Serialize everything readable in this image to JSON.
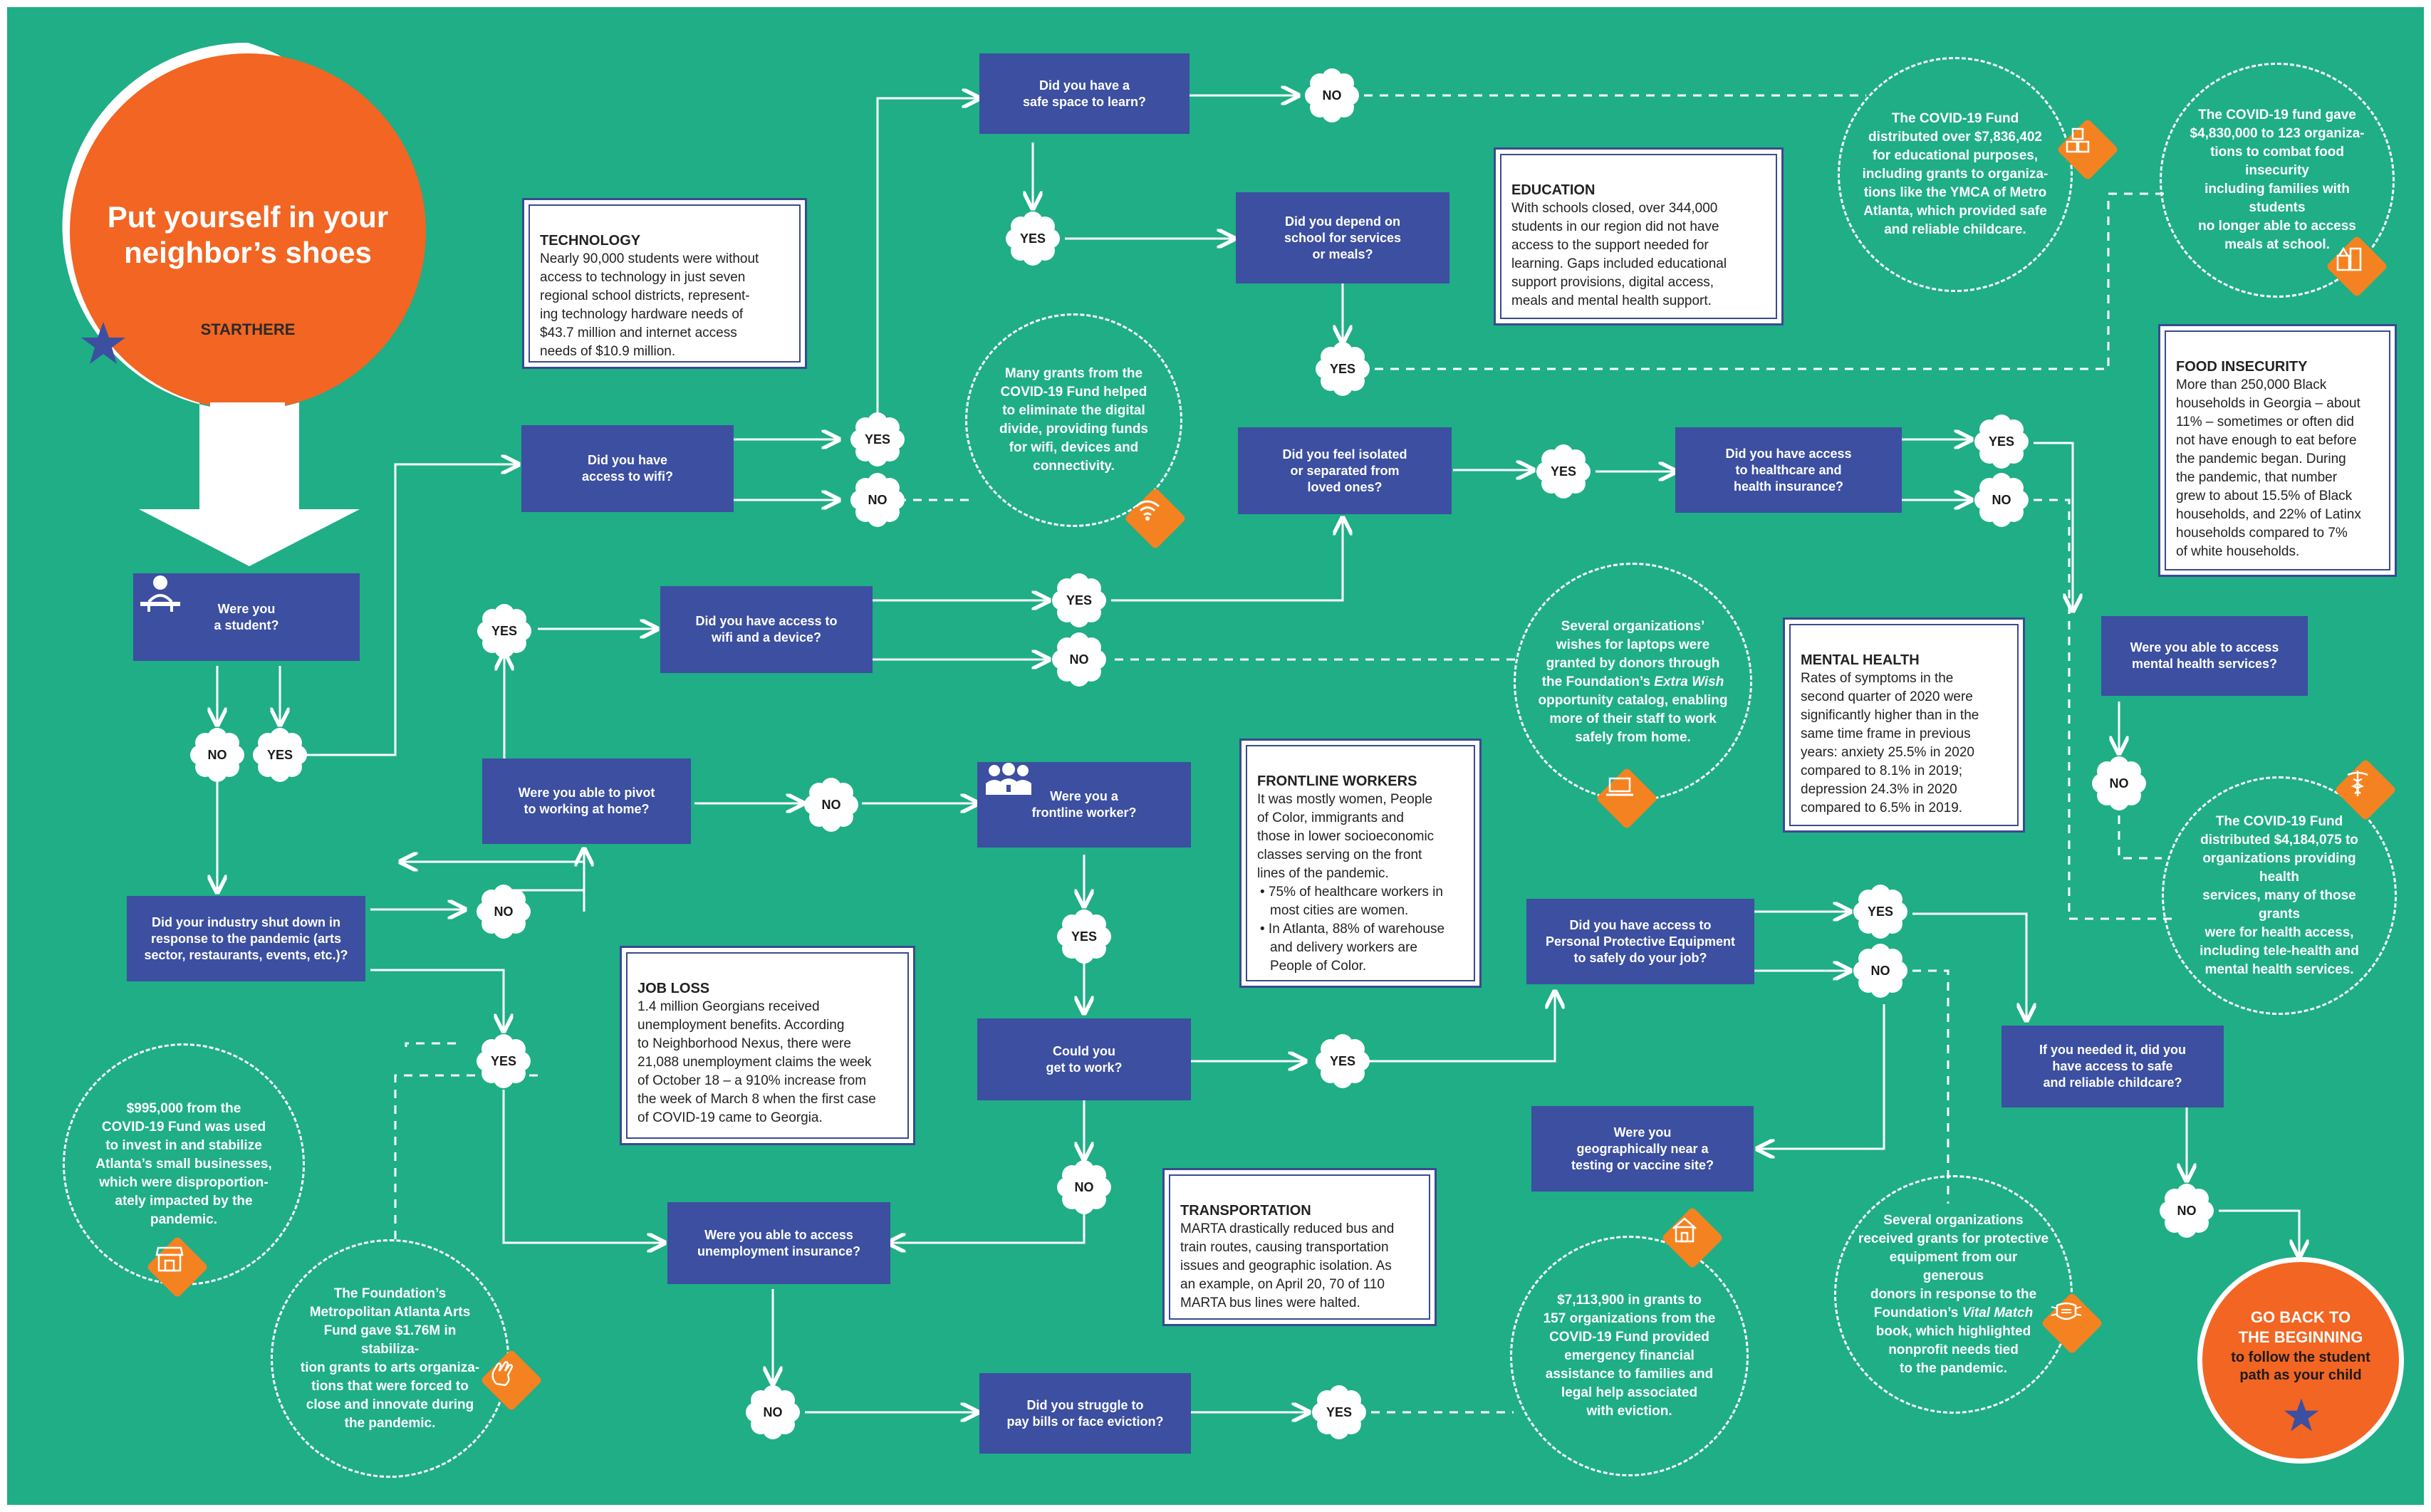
{
  "colors": {
    "background": "#1fae86",
    "question_box": "#3c4fa0",
    "accent_orange": "#f26522",
    "diamond_orange": "#f58220",
    "card_border": "#3a4a92",
    "star": "#3c4fa0"
  },
  "start": {
    "title": "Put yourself in your\nneighbor’s shoes",
    "start_word": "START",
    "here_word": "HERE"
  },
  "questions": {
    "student": "Were you\na student?",
    "wifi_access": "Did you have\naccess to wifi?",
    "safe_space": "Did you have a\nsafe space to learn?",
    "depend_school": "Did you depend on\nschool for services\nor meals?",
    "isolated": "Did you feel isolated\nor separated from\nloved ones?",
    "healthcare": "Did you have access\nto healthcare and\nhealth insurance?",
    "mental_health": "Were you able to access\nmental health services?",
    "wifi_device": "Did you have access to\nwifi and a device?",
    "pivot_home": "Were you able to pivot\nto working at home?",
    "frontline": "Were you a\nfrontline worker?",
    "ppe": "Did you have access to\nPersonal Protective Equipment\nto safely do your job?",
    "industry_shutdown": "Did your industry shut down in\nresponse to the pandemic (arts\nsector, restaurants, events, etc.)?",
    "get_to_work": "Could you\nget to work?",
    "testing_site": "Were you\ngeographically near a\ntesting or vaccine site?",
    "childcare": "If you needed it, did you\nhave access to safe\nand reliable childcare?",
    "unemployment": "Were you able to access\nunemployment insurance?",
    "pay_bills": "Did you struggle to\npay bills or face eviction?"
  },
  "answers": {
    "yes": "YES",
    "no": "NO"
  },
  "info_cards": {
    "technology": {
      "title": "TECHNOLOGY",
      "body": "Nearly 90,000 students were without\naccess to technology in just seven\nregional school districts, represent-\ning technology hardware needs of\n$43.7 million and internet access\nneeds of $10.9 million."
    },
    "education": {
      "title": "EDUCATION",
      "body": "With schools closed, over 344,000\nstudents in our region did not have\naccess to the support needed for\nlearning. Gaps included educational\nsupport provisions, digital access,\nmeals and mental health support."
    },
    "food_insecurity": {
      "title": "FOOD INSECURITY",
      "body": "More than 250,000 Black\nhouseholds in Georgia – about\n11% – sometimes or often did\nnot have enough to eat before\nthe pandemic began. During\nthe pandemic, that number\ngrew to about 15.5% of Black\nhouseholds, and 22% of Latinx\nhouseholds compared to 7%\nof white households."
    },
    "mental_health": {
      "title": "MENTAL HEALTH",
      "body": "Rates of symptoms in the\nsecond quarter of 2020 were\nsignificantly higher than in the\nsame time frame in previous\nyears: anxiety 25.5% in 2020\ncompared to 8.1% in 2019;\ndepression 24.3% in 2020\ncompared to 6.5% in 2019."
    },
    "frontline": {
      "title": "FRONTLINE WORKERS",
      "lead": "It was mostly women, People\nof Color, immigrants and\nthose in lower socioeconomic\nclasses serving on the front\nlines of the pandemic.",
      "bullets": [
        "• 75% of healthcare workers in\nmost cities are women.",
        "• In Atlanta, 88% of warehouse\nand delivery workers are\nPeople of Color."
      ]
    },
    "job_loss": {
      "title": "JOB LOSS",
      "body": "1.4 million Georgians received\nunemployment benefits. According\nto Neighborhood Nexus, there were\n21,088 unemployment claims the week\nof October 18 – a 910% increase from\nthe week of March 8 when the first case\nof COVID-19 came to Georgia."
    },
    "transportation": {
      "title": "TRANSPORTATION",
      "body": "MARTA drastically reduced bus and\ntrain routes, causing transportation\nissues and geographic isolation. As\nan example, on April 20, 70 of 110\nMARTA bus lines were halted."
    }
  },
  "bubbles": {
    "digital_divide": "Many grants from the\nCOVID-19 Fund helped\nto eliminate the digital\ndivide, providing funds\nfor wifi, devices and\nconnectivity.",
    "education_fund": "The COVID-19 Fund\ndistributed over $7,836,402\nfor educational purposes,\nincluding grants to organiza-\ntions like the YMCA of Metro\nAtlanta, which provided safe\nand reliable childcare.",
    "food_fund": "The COVID-19 fund gave\n$4,830,000 to 123 organiza-\ntions to combat food insecurity\nincluding families with students\nno longer able to access\nmeals at school.",
    "laptops": {
      "before": "Several organizations’\nwishes for laptops were\ngranted by donors through\nthe Foundation’s ",
      "italic": "Extra Wish",
      "after": "\nopportunity catalog, enabling\nmore of their staff to work\nsafely from home."
    },
    "health_fund": "The COVID-19 Fund\ndistributed $4,184,075 to\norganizations providing health\nservices, many of those grants\nwere for health access,\nincluding tele-health and\nmental health services.",
    "small_business": "$995,000 from the\nCOVID-19 Fund was used\nto invest in and stabilize\nAtlanta’s small businesses,\nwhich were disproportion-\nately impacted by the\npandemic.",
    "arts_fund": "The Foundation’s\nMetropolitan Atlanta Arts\nFund gave $1.76M in stabiliza-\ntion grants to arts organiza-\ntions that were forced to\nclose and innovate during\nthe pandemic.",
    "eviction": "$7,113,900 in grants to\n157 organizations from the\nCOVID-19 Fund provided\nemergency financial\nassistance to families and\nlegal help associated\nwith eviction.",
    "ppe": {
      "before": "Several organizations\nreceived grants for protective\nequipment from our generous\ndonors in response to the\nFoundation’s ",
      "italic": "Vital Match",
      "after": "\nbook, which highlighted\nnonprofit needs tied\nto the pandemic."
    }
  },
  "back": {
    "line1": "GO BACK TO\nTHE BEGINNING",
    "line2": "to follow the student\npath as your child"
  },
  "icons": [
    "student-icon",
    "wifi-icon",
    "blocks-icon",
    "food-icon",
    "laptop-icon",
    "frontline-workers-icon",
    "medical-caduceus-icon",
    "store-icon",
    "clap-icon",
    "house-icon",
    "mask-icon",
    "star-icon"
  ]
}
